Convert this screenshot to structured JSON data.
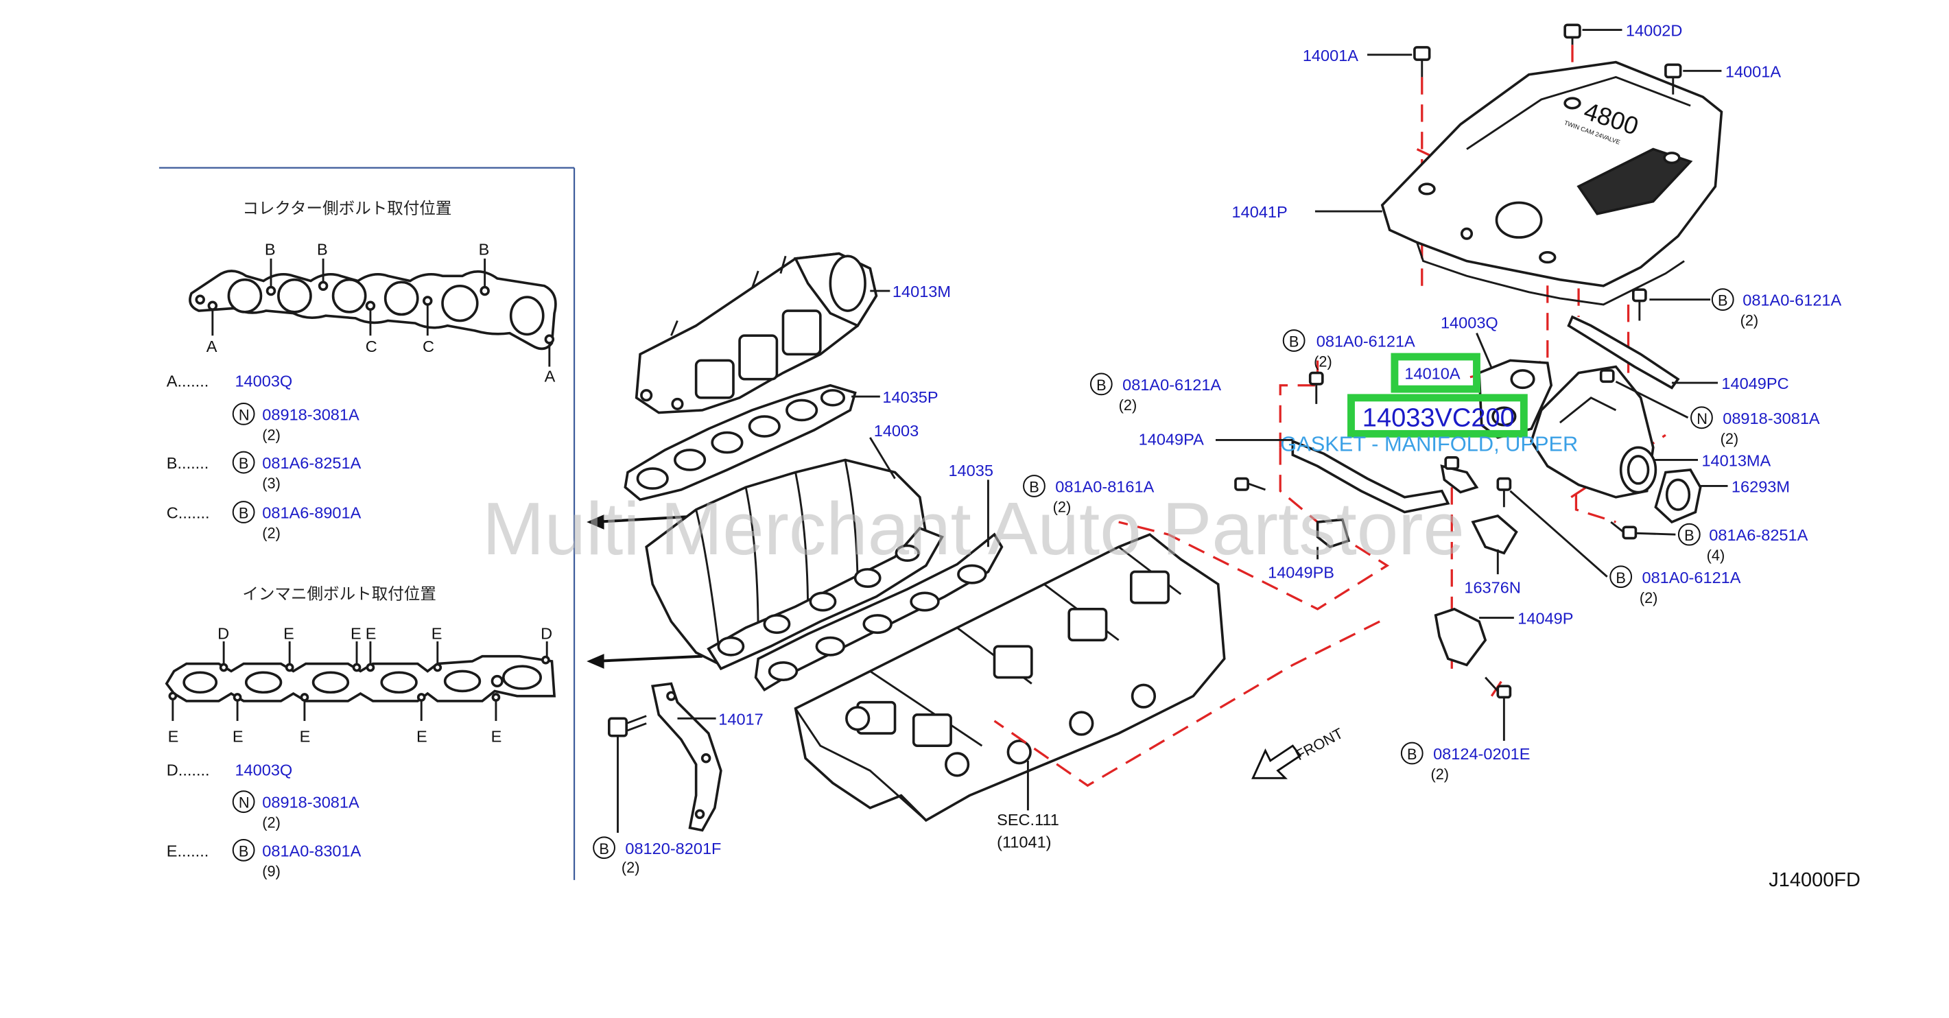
{
  "watermark": "Multi Merchant Auto Partstore",
  "diagram_code": "J14000FD",
  "highlight": {
    "part_a": "14010A",
    "part_b": "14033VC200",
    "description": "GASKET - MANIFOLD, UPPER",
    "color": "#2ecc40"
  },
  "legend": {
    "collector_title": "コレクター側ボルト取付位置",
    "manifold_title": "インマニ側ボルト取付位置",
    "collector_markers": {
      "a": "A",
      "b": "B",
      "c": "C"
    },
    "manifold_markers": {
      "d": "D",
      "e": "E"
    },
    "rows": [
      {
        "key": "A.......",
        "part": "14003Q"
      },
      {
        "circle": "N",
        "part": "08918-3081A",
        "qty": "(2)"
      },
      {
        "key": "B.......",
        "circle": "B",
        "part": "081A6-8251A",
        "qty": "(3)"
      },
      {
        "key": "C.......",
        "circle": "B",
        "part": "081A6-8901A",
        "qty": "(2)"
      },
      {
        "key": "D.......",
        "part": "14003Q"
      },
      {
        "circle": "N",
        "part": "08918-3081A",
        "qty": "(2)"
      },
      {
        "key": "E.......",
        "circle": "B",
        "part": "081A0-8301A",
        "qty": "(9)"
      }
    ]
  },
  "cover_text": {
    "big": "4800",
    "small": "TWIN CAM 24VALVE"
  },
  "parts": {
    "p14001A_left": "14001A",
    "p14001A_right": "14001A",
    "p14002D": "14002D",
    "p14041P": "14041P",
    "p14013M": "14013M",
    "p14035P": "14035P",
    "p14003": "14003",
    "p14035": "14035",
    "p14017": "14017",
    "p08120": {
      "circle": "B",
      "part": "08120-8201F",
      "qty": "(2)"
    },
    "sec": {
      "line1": "SEC.111",
      "line2": "(11041)"
    },
    "p081A0_8161A": {
      "circle": "B",
      "part": "081A0-8161A",
      "qty": "(2)"
    },
    "p081A0_6121A_a": {
      "circle": "B",
      "part": "081A0-6121A",
      "qty": "(2)"
    },
    "p081A0_6121A_b": {
      "circle": "B",
      "part": "081A0-6121A",
      "qty": "(2)"
    },
    "p081A0_6121A_c": {
      "circle": "B",
      "part": "081A0-6121A",
      "qty": "(2)"
    },
    "p081A0_6121A_d": {
      "circle": "B",
      "part": "081A0-6121A",
      "qty": "(2)"
    },
    "p14003Q": "14003Q",
    "p14049PA": "14049PA",
    "p14049PB": "14049PB",
    "p14049PC": "14049PC",
    "p14049P": "14049P",
    "p08918": {
      "circle": "N",
      "part": "08918-3081A",
      "qty": "(2)"
    },
    "p14013MA": "14013MA",
    "p16293M": "16293M",
    "p081A6_8251A": {
      "circle": "B",
      "part": "081A6-8251A",
      "qty": "(4)"
    },
    "p16376N": "16376N",
    "p08124": {
      "circle": "B",
      "part": "08124-0201E",
      "qty": "(2)"
    },
    "front": "FRONT"
  }
}
